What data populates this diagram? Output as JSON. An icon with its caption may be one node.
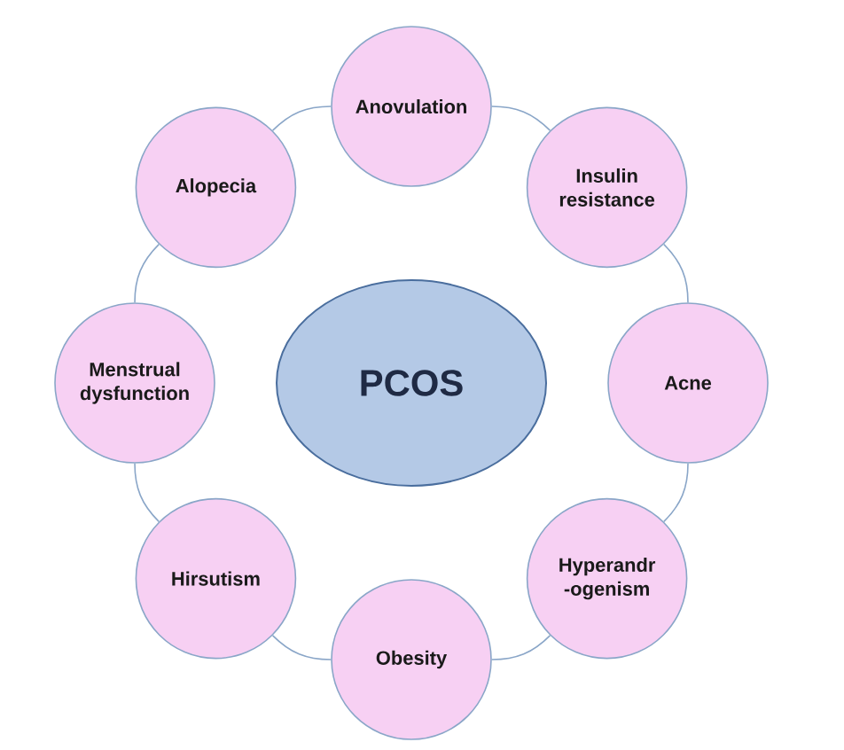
{
  "diagram": {
    "nodes": [
      {
        "text": [
          "PCOS"
        ]
      },
      {
        "text": [
          "Anovulation"
        ]
      },
      {
        "text": [
          "Insulin resistance"
        ]
      },
      {
        "text": [
          "Acne"
        ]
      },
      {
        "text": [
          "Hyperandr -ogenism"
        ]
      },
      {
        "text": [
          "Obesity"
        ]
      },
      {
        "text": [
          "Hirsutism"
        ]
      },
      {
        "text": [
          "Menstrual dysfunction"
        ]
      },
      {
        "text": [
          "Alopecia"
        ]
      }
    ],
    "edges": [
      {
        "from": 1,
        "to": 2,
        "arrow": "none"
      },
      {
        "from": 2,
        "to": 3,
        "arrow": "none"
      },
      {
        "from": 3,
        "to": 4,
        "arrow": "none"
      },
      {
        "from": 4,
        "to": 5,
        "arrow": "none"
      },
      {
        "from": 5,
        "to": 6,
        "arrow": "none"
      },
      {
        "from": 6,
        "to": 7,
        "arrow": "none"
      },
      {
        "from": 7,
        "to": 8,
        "arrow": "none"
      },
      {
        "from": 8,
        "to": 1,
        "arrow": "none"
      }
    ]
  }
}
